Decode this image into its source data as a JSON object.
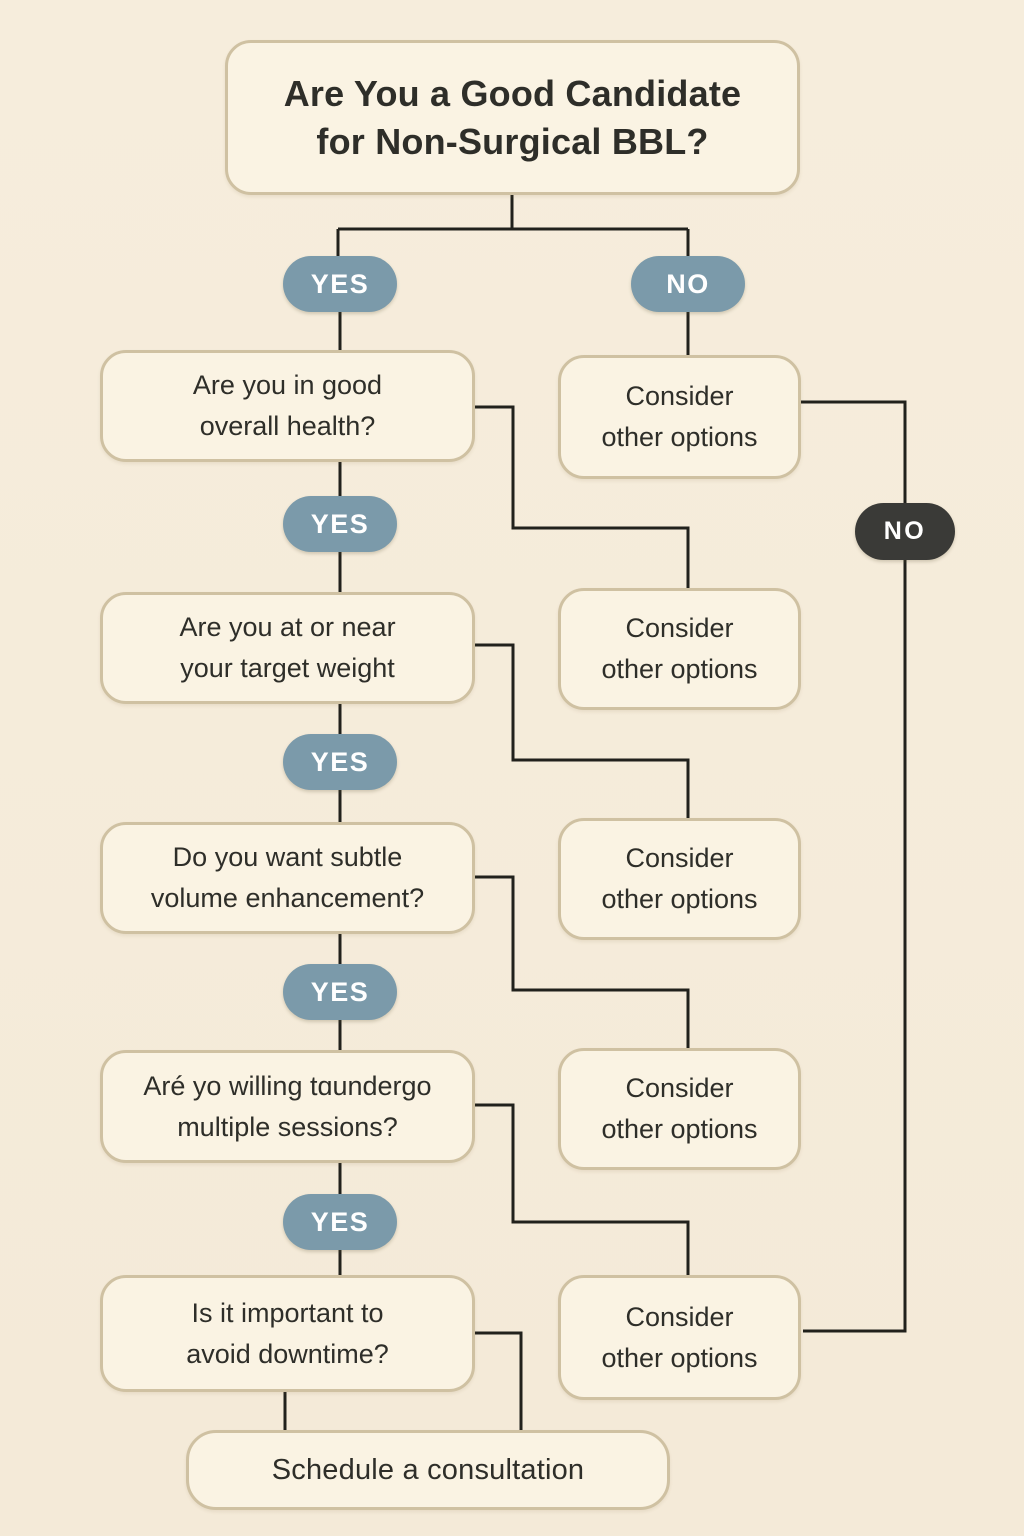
{
  "colors": {
    "background": "#f5ecdb",
    "box_fill": "#faf3e3",
    "box_border": "#cfc1a2",
    "pill_yes": "#7b9aaa",
    "pill_no_top": "#7b9aaa",
    "pill_no_dark": "#3a3a37",
    "line": "#21211c",
    "text": "#2e2e29"
  },
  "root": {
    "line1": "Are You a Good Candidate",
    "line2": "for Non-Surgical BBL?"
  },
  "pills": {
    "yes": "YES",
    "no": "NO",
    "no_dark": "NO"
  },
  "questions": [
    {
      "line1": "Are you in good",
      "line2": "overall health?"
    },
    {
      "line1": "Are you at or near",
      "line2": "your target weight"
    },
    {
      "line1": "Do you want subtle",
      "line2": "volume enhancement?"
    },
    {
      "line1": "Aré yo willing tɑundergo",
      "line2": "multiple sessions?"
    },
    {
      "line1": "Is it important to",
      "line2": "avoid downtime?"
    }
  ],
  "consider_boxes": [
    {
      "line1": "Consider",
      "line2": "other options"
    },
    {
      "line1": "Consider",
      "line2": "other options"
    },
    {
      "line1": "Consider",
      "line2": "other options"
    },
    {
      "line1": "Consider",
      "line2": "other options"
    },
    {
      "line1": "Consider",
      "line2": "other options"
    }
  ],
  "result": {
    "label": "Schedule a consultation"
  }
}
